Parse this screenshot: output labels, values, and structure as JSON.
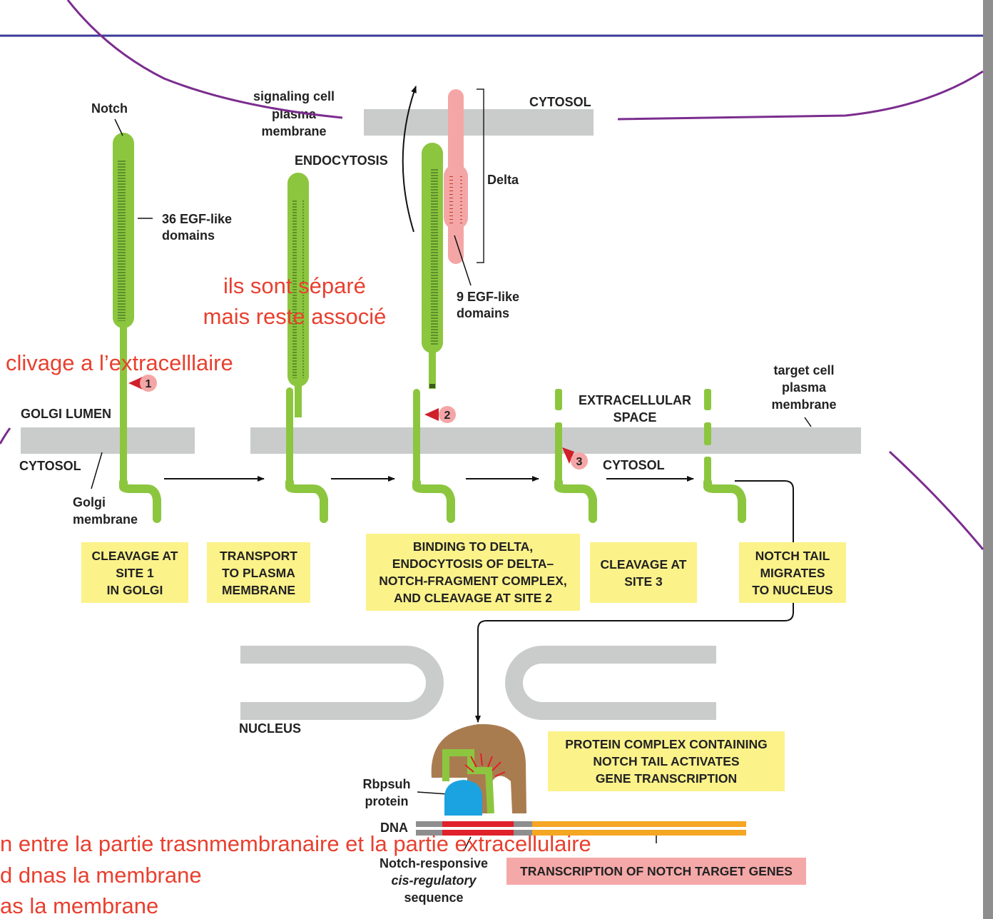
{
  "labels": {
    "notch": "Notch",
    "egf36": [
      "36 EGF-like",
      "domains"
    ],
    "signaling_membrane": [
      "signaling cell",
      "plasma",
      "membrane"
    ],
    "cytosol_top": "CYTOSOL",
    "endocytosis": "ENDOCYTOSIS",
    "delta": "Delta",
    "egf9": [
      "9 EGF-like",
      "domains"
    ],
    "golgi_lumen": "GOLGI LUMEN",
    "cytosol_left": "CYTOSOL",
    "golgi_membrane": [
      "Golgi",
      "membrane"
    ],
    "extracellular_space": [
      "EXTRACELLULAR",
      "SPACE"
    ],
    "target_membrane": [
      "target cell",
      "plasma",
      "membrane"
    ],
    "cytosol_right": "CYTOSOL",
    "nucleus": "NUCLEUS",
    "rbpsuh": [
      "Rbpsuh",
      "protein"
    ],
    "dna": "DNA",
    "cis_sequence": [
      "Notch-responsive",
      "cis-regulatory",
      "sequence"
    ],
    "site1": "1",
    "site2": "2",
    "site3": "3"
  },
  "steps": {
    "step1": "CLEAVAGE AT\nSITE 1\nIN GOLGI",
    "step2": "TRANSPORT\nTO PLASMA\nMEMBRANE",
    "step3": "BINDING TO DELTA,\nENDOCYTOSIS OF DELTA–\nNOTCH-FRAGMENT COMPLEX,\nAND CLEAVAGE AT SITE 2",
    "step4": "CLEAVAGE AT\nSITE 3",
    "step5": "NOTCH TAIL\nMIGRATES\nTO NUCLEUS",
    "activation": "PROTEIN COMPLEX CONTAINING\nNOTCH TAIL ACTIVATES\nGENE TRANSCRIPTION",
    "transcription": "TRANSCRIPTION OF NOTCH TARGET GENES"
  },
  "annotations": {
    "separated_line1": "ils sont séparé",
    "separated_line2": "mais reste associé",
    "cleavage_extracellular": "clivage a l’extracelllaire",
    "bottom_line1": "n entre la partie trasnmembranaire et la partie extracellulaire",
    "bottom_line2": "d dnas la membrane",
    "bottom_line3": "as la membrane"
  },
  "colors": {
    "notch_green": "#8cc63f",
    "delta_pink": "#f4a6a6",
    "membrane_gray": "#c9cccb",
    "step_yellow": "#fbf28a",
    "annotation_red": "#e8402f",
    "pen_purple": "#7b2d8e",
    "header_blue": "#3a3a9a",
    "dna_orange": "#f5a623",
    "dna_red": "#e0202a",
    "rbpsuh_blue": "#1aa3e0",
    "complex_brown": "#a97c50"
  }
}
